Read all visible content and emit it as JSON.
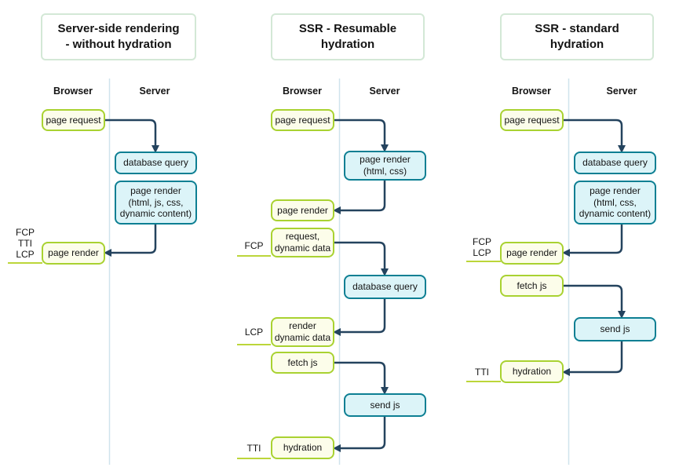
{
  "colors": {
    "browser_box_border": "#a9d231",
    "browser_box_fill": "#fcfdea",
    "server_box_border": "#0d7f93",
    "server_box_fill": "#dcf4f8",
    "arrow": "#24435e",
    "metric_underline": "#bcd63a",
    "title_box_border": "#d3e8d6",
    "lane_divider": "#cfe3ec"
  },
  "columns": [
    {
      "title": "Server-side rendering\n- without hydration",
      "lanes": {
        "browser": "Browser",
        "server": "Server"
      },
      "boxes": [
        {
          "label": "page request"
        },
        {
          "label": "database query"
        },
        {
          "label": "page render\n(html, js, css,\ndynamic content)"
        },
        {
          "label": "page render"
        }
      ],
      "metrics": [
        {
          "labels": [
            "FCP",
            "TTI",
            "LCP"
          ]
        }
      ]
    },
    {
      "title": "SSR - Resumable\nhydration",
      "lanes": {
        "browser": "Browser",
        "server": "Server"
      },
      "boxes": [
        {
          "label": "page request"
        },
        {
          "label": "page render\n(html, css)"
        },
        {
          "label": "page render"
        },
        {
          "label": "request,\ndynamic data"
        },
        {
          "label": "database query"
        },
        {
          "label": "render\ndynamic data"
        },
        {
          "label": "fetch js"
        },
        {
          "label": "send js"
        },
        {
          "label": "hydration"
        }
      ],
      "metrics": [
        {
          "labels": [
            "FCP"
          ]
        },
        {
          "labels": [
            "LCP"
          ]
        },
        {
          "labels": [
            "TTI"
          ]
        }
      ]
    },
    {
      "title": "SSR - standard\nhydration",
      "lanes": {
        "browser": "Browser",
        "server": "Server"
      },
      "boxes": [
        {
          "label": "page request"
        },
        {
          "label": "database query"
        },
        {
          "label": "page render\n(html, css,\ndynamic content)"
        },
        {
          "label": "page render"
        },
        {
          "label": "fetch js"
        },
        {
          "label": "send js"
        },
        {
          "label": "hydration"
        }
      ],
      "metrics": [
        {
          "labels": [
            "FCP",
            "LCP"
          ]
        },
        {
          "labels": [
            "TTI"
          ]
        }
      ]
    }
  ]
}
